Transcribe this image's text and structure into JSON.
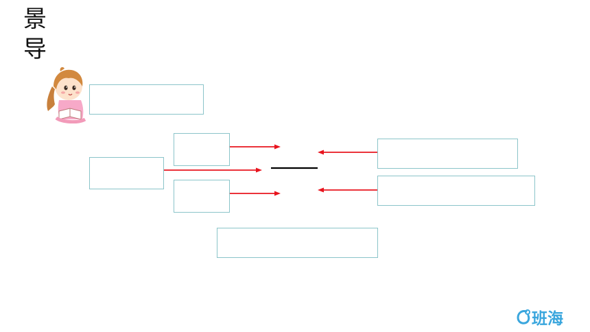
{
  "side_title": {
    "char1": "景",
    "char2": "导"
  },
  "logo": {
    "text": "班海"
  },
  "colors": {
    "box_border": "#8ac4c9",
    "arrow": "#e8141e",
    "center_bar": "#000000",
    "logo": "#3aa6dd"
  },
  "icons": {
    "girl": "girl-reading-icon",
    "logo_mark": "banhai-logo-icon"
  }
}
